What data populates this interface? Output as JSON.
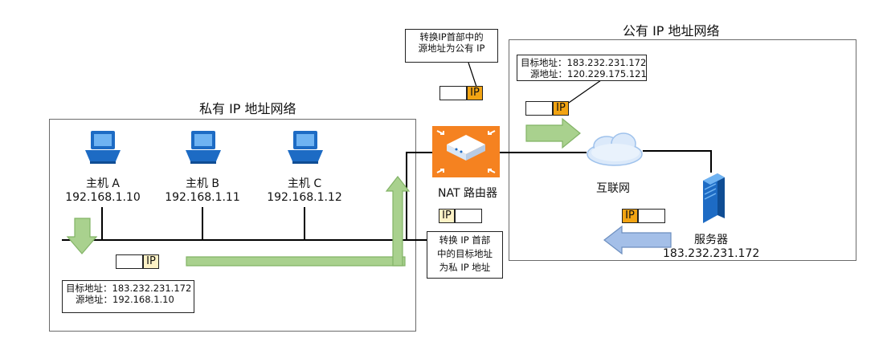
{
  "private_network": {
    "title": "私有 IP 地址网络"
  },
  "public_network": {
    "title": "公有 IP 地址网络"
  },
  "hosts": [
    {
      "name": "主机 A",
      "ip": "192.168.1.10"
    },
    {
      "name": "主机 B",
      "ip": "192.168.1.11"
    },
    {
      "name": "主机 C",
      "ip": "192.168.1.12"
    }
  ],
  "router": {
    "label": "NAT 路由器"
  },
  "internet": {
    "label": "互联网"
  },
  "server": {
    "label": "服务器",
    "ip": "183.232.231.172"
  },
  "packet_label": "IP",
  "callouts": {
    "nat_out": {
      "line1": "转换IP首部中的",
      "line2": "源地址为公有 IP"
    },
    "public_packet": {
      "line1": "目标地址：183.232.231.172",
      "line2": "源地址：120.229.175.121"
    },
    "private_packet": {
      "line1": "目标地址：183.232.231.172",
      "line2": "源地址：192.168.1.10"
    },
    "nat_in": {
      "line1": "转换 IP 首部",
      "line2": "中的目标地址",
      "line3": "为私 IP 地址"
    }
  },
  "colors": {
    "arrow_green": "#a9d18e",
    "arrow_green_stroke": "#82b366",
    "arrow_blue": "#a4bfe8",
    "arrow_blue_stroke": "#6c8ebf",
    "router_orange": "#f58220",
    "packet_orange": "#f2a413",
    "packet_light": "#fdf2c6"
  }
}
